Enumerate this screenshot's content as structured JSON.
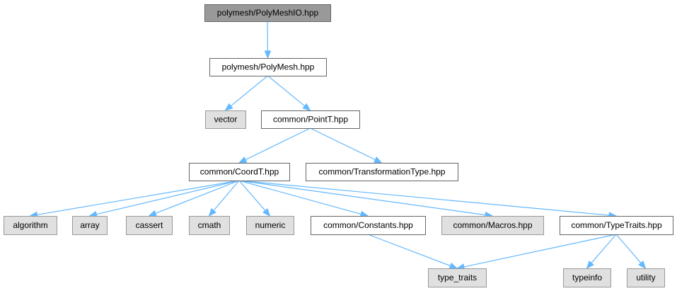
{
  "nodes": [
    {
      "id": "root",
      "label": "polymesh/PolyMeshIO.hpp",
      "kind": "root"
    },
    {
      "id": "polymesh",
      "label": "polymesh/PolyMesh.hpp",
      "kind": "local"
    },
    {
      "id": "vector",
      "label": "vector",
      "kind": "sys"
    },
    {
      "id": "pointt",
      "label": "common/PointT.hpp",
      "kind": "local"
    },
    {
      "id": "coordt",
      "label": "common/CoordT.hpp",
      "kind": "local"
    },
    {
      "id": "transformation",
      "label": "common/TransformationType.hpp",
      "kind": "local"
    },
    {
      "id": "algorithm",
      "label": "algorithm",
      "kind": "sys"
    },
    {
      "id": "array",
      "label": "array",
      "kind": "sys"
    },
    {
      "id": "cassert",
      "label": "cassert",
      "kind": "sys"
    },
    {
      "id": "cmath",
      "label": "cmath",
      "kind": "sys"
    },
    {
      "id": "numeric",
      "label": "numeric",
      "kind": "sys"
    },
    {
      "id": "constants",
      "label": "common/Constants.hpp",
      "kind": "local"
    },
    {
      "id": "macros",
      "label": "common/Macros.hpp",
      "kind": "sys"
    },
    {
      "id": "typetraits",
      "label": "common/TypeTraits.hpp",
      "kind": "local"
    },
    {
      "id": "type_traits",
      "label": "type_traits",
      "kind": "sys"
    },
    {
      "id": "typeinfo",
      "label": "typeinfo",
      "kind": "sys"
    },
    {
      "id": "utility",
      "label": "utility",
      "kind": "sys"
    }
  ],
  "edges": [
    [
      "root",
      "polymesh"
    ],
    [
      "polymesh",
      "vector"
    ],
    [
      "polymesh",
      "pointt"
    ],
    [
      "pointt",
      "coordt"
    ],
    [
      "pointt",
      "transformation"
    ],
    [
      "coordt",
      "algorithm"
    ],
    [
      "coordt",
      "array"
    ],
    [
      "coordt",
      "cassert"
    ],
    [
      "coordt",
      "cmath"
    ],
    [
      "coordt",
      "numeric"
    ],
    [
      "coordt",
      "constants"
    ],
    [
      "coordt",
      "macros"
    ],
    [
      "coordt",
      "typetraits"
    ],
    [
      "constants",
      "type_traits"
    ],
    [
      "typetraits",
      "type_traits"
    ],
    [
      "typetraits",
      "typeinfo"
    ],
    [
      "typetraits",
      "utility"
    ]
  ],
  "colors": {
    "edge": "#63b8ff",
    "root_fill": "#999999",
    "local_fill": "#ffffff",
    "sys_fill": "#e0e0e0"
  }
}
